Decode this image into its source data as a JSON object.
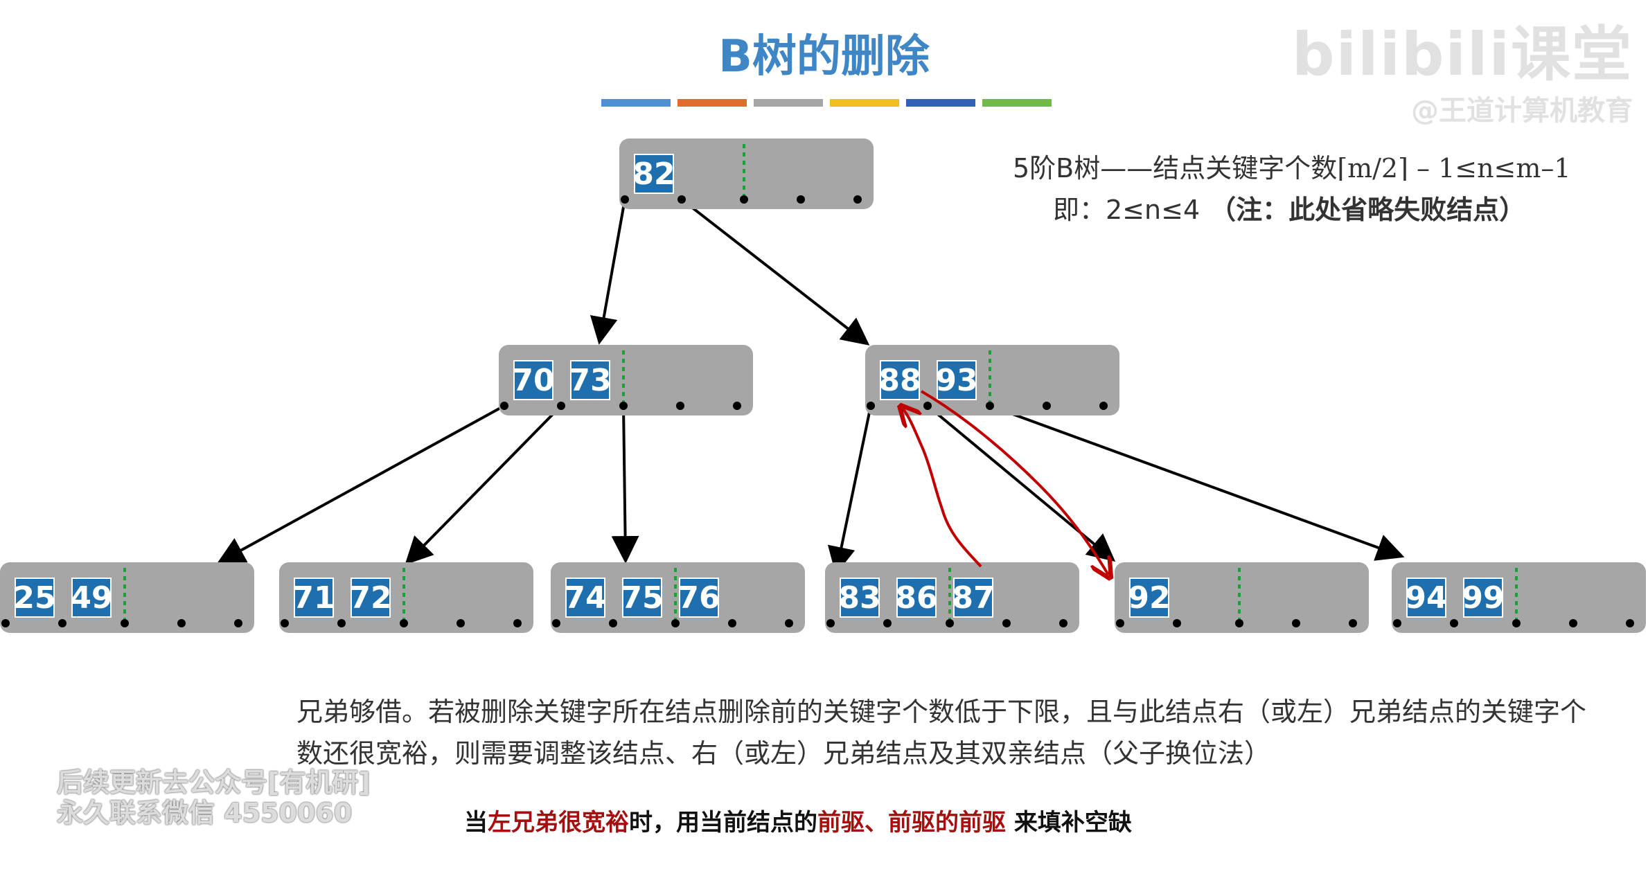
{
  "title": "B树的删除",
  "color_bars": [
    "#4e90d6",
    "#e06d2b",
    "#a5a5a5",
    "#f0c020",
    "#3560b8",
    "#6fba46"
  ],
  "info": {
    "line1_prefix": "5阶B树——结点关键字个数",
    "line1_formula": "⌈m/2⌉ – 1≤n≤m–1",
    "line2_prefix": "即：2≤n≤4",
    "line2_note": "（注：此处省略失败结点）"
  },
  "tree": {
    "root": [
      "82"
    ],
    "level1": [
      [
        "70",
        "73"
      ],
      [
        "88",
        "93"
      ]
    ],
    "leaves": [
      [
        "25",
        "49"
      ],
      [
        "71",
        "72"
      ],
      [
        "74",
        "75",
        "76"
      ],
      [
        "83",
        "86",
        "87"
      ],
      [
        "92"
      ],
      [
        "94",
        "99"
      ]
    ]
  },
  "description": "兄弟够借。若被删除关键字所在结点删除前的关键字个数低于下限，且与此结点右（或左）兄弟结点的关键字个数还很宽裕，则需要调整该结点、右（或左）兄弟结点及其双亲结点（父子换位法）",
  "hint": {
    "p1": "当",
    "p2": "左兄弟很宽裕",
    "p3": "时，用当前结点的",
    "p4": "前驱、前驱的前驱",
    "p5": " 来填补空缺"
  },
  "watermark": {
    "brand": "bilibili课堂",
    "sub": "@王道计算机教育"
  },
  "overlay": {
    "line1": "后续更新去公众号[有机研]",
    "line2": "永久联系微信 4550060"
  }
}
